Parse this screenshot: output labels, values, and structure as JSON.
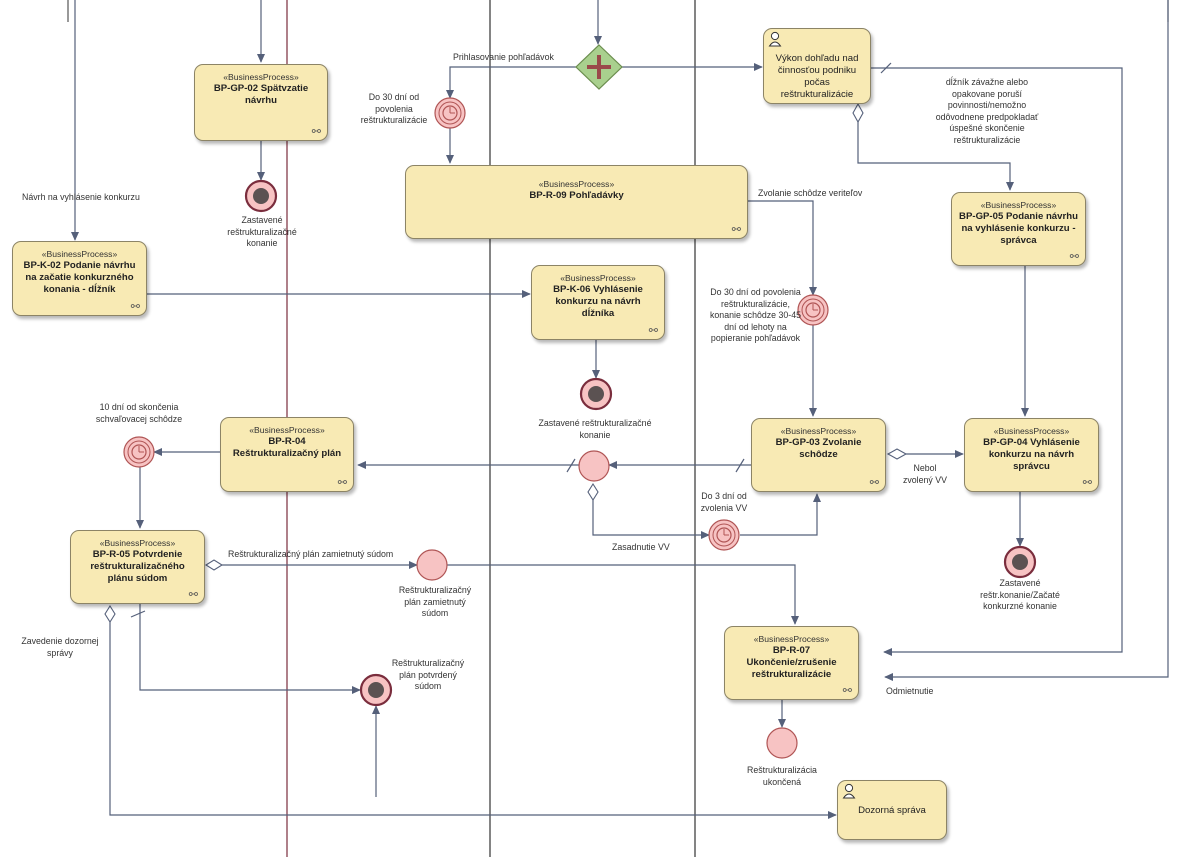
{
  "stereotype": "«BusinessProcess»",
  "processes": {
    "gp02": "BP-GP-02 Spätvzatie návrhu",
    "k02": "BP-K-02 Podanie návrhu na začatie konkurzného konania - dĺžník",
    "r09": "BP-R-09 Pohľadávky",
    "k06": "BP-K-06 Vyhlásenie konkurzu na návrh dĺžníka",
    "gp05": "BP-GP-05 Podanie návrhu na vyhlásenie konkurzu - správca",
    "r04": "BP-R-04 Reštrukturalizačný plán",
    "gp03": "BP-GP-03 Zvolanie schôdze",
    "gp04": "BP-GP-04 Vyhlásenie konkurzu na návrh správcu",
    "r05": "BP-R-05 Potvrdenie reštrukturalizačného plánu súdom",
    "r07": "BP-R-07 Ukončenie/zrušenie reštrukturalizácie"
  },
  "activities": {
    "vykon": "Výkon dohľadu nad činnosťou podniku počas reštrukturalizácie",
    "dozor": "Dozorná správa"
  },
  "labels": {
    "navrh_vyhlasenie": "Návrh na vyhlásenie konkurzu",
    "prihlasovanie": "Prihlasovanie pohľadávok",
    "do30_1": "Do 30 dní od povolenia reštrukturalizácie",
    "zastavene1": "Zastavené reštrukturalizačné konanie",
    "dlznik_porusi": "dĺžník závažne alebo opakovane poruší povinnosti/nemožno odôvodnene predpokladať úspešné skončenie reštrukturalizácie",
    "zvolanie_veritelov": "Zvolanie schôdze veriteľov",
    "do30_2": "Do 30 dní od povolenia reštrukturalizácie, konanie schôdze 30-45 dní od lehoty na popieranie pohľadávok",
    "zastavene2": "Zastavené reštrukturalizačné konanie",
    "10dni": "10 dní od skončenia schvaľovacej schôdze",
    "nebol_zvoleny": "Nebol zvolený VV",
    "do3": "Do 3 dní od zvolenia VV",
    "zasadnutie": "Zasadnutie VV",
    "plan_zamietnuty": "Reštrukturalizačný plán zamietnutý súdom",
    "plan_zamietnuty_ev": "Reštrukturalizačný plán zamietnutý súdom",
    "zastavene3": "Zastavené reštr.konanie/Začaté konkurzné konanie",
    "zavedenie": "Zavedenie dozornej správy",
    "plan_potvrdeny": "Reštrukturalizačný plán potvrdený súdom",
    "odmietnutie": "Odmietnutie",
    "ukoncena": "Reštrukturalizácia ukončená"
  },
  "colors": {
    "process_fill": "#f8eab4",
    "event_fill": "#f7c3c3",
    "event_stroke": "#b05555",
    "gateway_fill": "#a9d08e",
    "line": "#55607a",
    "lane": "#7a2d3d"
  }
}
